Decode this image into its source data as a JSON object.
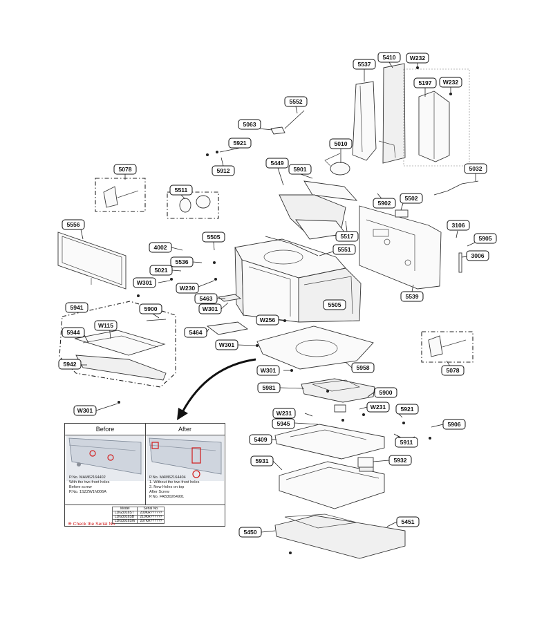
{
  "figure": {
    "callouts": [
      {
        "id": "c1",
        "label": "5537"
      },
      {
        "id": "c2",
        "label": "5410"
      },
      {
        "id": "c3",
        "label": "W232"
      },
      {
        "id": "c4",
        "label": "5197"
      },
      {
        "id": "c5",
        "label": "W232"
      },
      {
        "id": "c6",
        "label": "5552"
      },
      {
        "id": "c7",
        "label": "5063"
      },
      {
        "id": "c8",
        "label": "5921"
      },
      {
        "id": "c9",
        "label": "5010"
      },
      {
        "id": "c10",
        "label": "5912"
      },
      {
        "id": "c11",
        "label": "5078"
      },
      {
        "id": "c12",
        "label": "5449"
      },
      {
        "id": "c13",
        "label": "5901"
      },
      {
        "id": "c14",
        "label": "5032"
      },
      {
        "id": "c15",
        "label": "5511"
      },
      {
        "id": "c16",
        "label": "5902"
      },
      {
        "id": "c17",
        "label": "5502"
      },
      {
        "id": "c18",
        "label": "5556"
      },
      {
        "id": "c19",
        "label": "3106"
      },
      {
        "id": "c20",
        "label": "5505"
      },
      {
        "id": "c21",
        "label": "5517"
      },
      {
        "id": "c22",
        "label": "5905"
      },
      {
        "id": "c23",
        "label": "4002"
      },
      {
        "id": "c24",
        "label": "5551"
      },
      {
        "id": "c25",
        "label": "3006"
      },
      {
        "id": "c26",
        "label": "5536"
      },
      {
        "id": "c27",
        "label": "5021"
      },
      {
        "id": "c28",
        "label": "W301"
      },
      {
        "id": "c29",
        "label": "W230"
      },
      {
        "id": "c30",
        "label": "5539"
      },
      {
        "id": "c31",
        "label": "5463"
      },
      {
        "id": "c32",
        "label": "5505"
      },
      {
        "id": "c33",
        "label": "W301"
      },
      {
        "id": "c34",
        "label": "5941"
      },
      {
        "id": "c35",
        "label": "5900"
      },
      {
        "id": "c36",
        "label": "W256"
      },
      {
        "id": "c37",
        "label": "W115"
      },
      {
        "id": "c38",
        "label": "5464"
      },
      {
        "id": "c39",
        "label": "5944"
      },
      {
        "id": "c40",
        "label": "W301"
      },
      {
        "id": "c41",
        "label": "5958"
      },
      {
        "id": "c42",
        "label": "5078"
      },
      {
        "id": "c43",
        "label": "5942"
      },
      {
        "id": "c44",
        "label": "W301"
      },
      {
        "id": "c45",
        "label": "5981"
      },
      {
        "id": "c46",
        "label": "5900"
      },
      {
        "id": "c47",
        "label": "W231"
      },
      {
        "id": "c48",
        "label": "W301"
      },
      {
        "id": "c49",
        "label": "W231"
      },
      {
        "id": "c50",
        "label": "5921"
      },
      {
        "id": "c51",
        "label": "5945"
      },
      {
        "id": "c52",
        "label": "5906"
      },
      {
        "id": "c53",
        "label": "5409"
      },
      {
        "id": "c54",
        "label": "5911"
      },
      {
        "id": "c55",
        "label": "5931"
      },
      {
        "id": "c56",
        "label": "5932"
      },
      {
        "id": "c57",
        "label": "5451"
      },
      {
        "id": "c58",
        "label": "5450"
      }
    ]
  },
  "inset": {
    "before_label": "Before",
    "after_label": "After",
    "before_notes": [
      "P.No. MAM62164402",
      "With the two front holes",
      "Before screw",
      "P.No. 1SZZW1N006A"
    ],
    "after_notes": [
      "P.No. MAM62164404",
      "1. Without the two front holes",
      "2. New Holes on top",
      "After Screw",
      "P.No. FAB30264901"
    ],
    "table": {
      "headers": [
        "Model",
        "Serial No."
      ],
      "rows": [
        [
          "LDG3016ST",
          "209KR??????"
        ],
        [
          "LDG3016SB",
          "210KR??????"
        ],
        [
          "LDG3016SW",
          "207KR??????"
        ]
      ]
    },
    "check_note": "※ Check the Serial No."
  }
}
